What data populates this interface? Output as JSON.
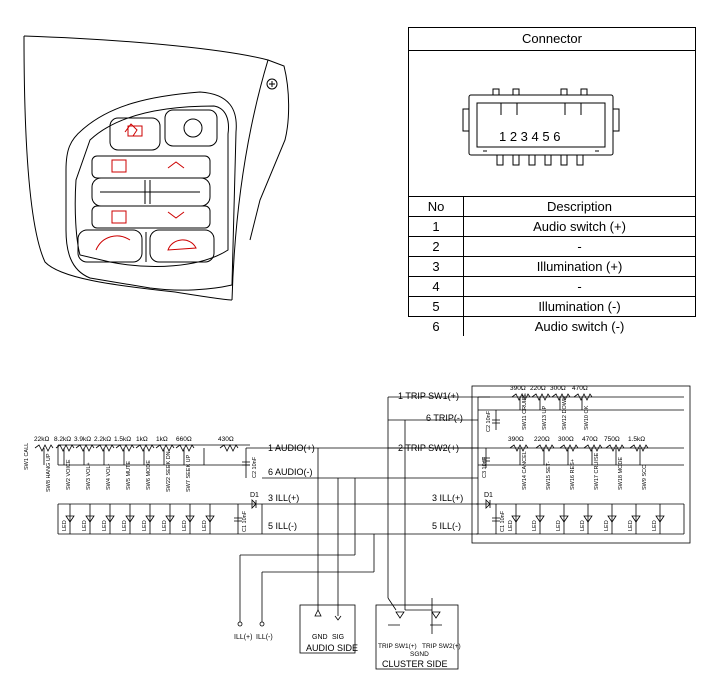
{
  "connector": {
    "title": "Connector",
    "pin_numbers": "1 2 3 4 5 6",
    "columns": {
      "no": "No",
      "description": "Description"
    },
    "rows": [
      {
        "no": "1",
        "description": "Audio switch (+)"
      },
      {
        "no": "2",
        "description": "-"
      },
      {
        "no": "3",
        "description": "Illumination (+)"
      },
      {
        "no": "4",
        "description": "-"
      },
      {
        "no": "5",
        "description": "Illumination (-)"
      },
      {
        "no": "6",
        "description": "Audio switch (-)"
      }
    ]
  },
  "circuit": {
    "left_pins": [
      "1 AUDIO(+)",
      "6 AUDIO(-)",
      "3 ILL(+)",
      "5 ILL(-)"
    ],
    "right_pins": [
      "1 TRIP SW1(+)",
      "6 TRIP(-)",
      "2 TRIP SW2(+)",
      "3 ILL(+)",
      "5 ILL(-)"
    ],
    "left_resistors": [
      "22kΩ",
      "8.2kΩ",
      "3.9kΩ",
      "2.2kΩ",
      "1.5kΩ",
      "1kΩ",
      "1kΩ",
      "660Ω",
      "430Ω"
    ],
    "left_switches": [
      "SW1 CALL",
      "SW8 HANG UP",
      "SW2 VOICE",
      "SW3 VOL+",
      "SW4 VOL-",
      "SW5 MUTE",
      "SW6 MODE",
      "SW22 SEEK DN",
      "SW7 SEEK UP"
    ],
    "right_top_resistors": [
      "390Ω",
      "220Ω",
      "300Ω",
      "470Ω"
    ],
    "right_top_switches": [
      "SW11 CRUISE",
      "SW13 UP",
      "SW12 DOWN",
      "SW10 OK"
    ],
    "right_bottom_resistors": [
      "390Ω",
      "220Ω",
      "300Ω",
      "470Ω",
      "750Ω",
      "1.5kΩ"
    ],
    "right_bottom_switches": [
      "SW14 CANCEL",
      "SW15 SET-",
      "SW16 RES+",
      "SW17 CRUISE",
      "SW18 MODE",
      "SW9 SCC"
    ],
    "capacitors": [
      "C2 10nF",
      "C1 10nF",
      "C3 10nF",
      "C1 10nF",
      "C2 10nF"
    ],
    "diodes": [
      "D1",
      "D1"
    ],
    "led_label": "LED",
    "left_externals": [
      "ILL(+)",
      "ILL(-)"
    ],
    "audio_side": {
      "pins": [
        "GND",
        "SIG"
      ],
      "label": "AUDIO SIDE"
    },
    "cluster_side": {
      "pins": [
        "TRIP SW1(+)",
        "SGND",
        "TRIP SW2(+)"
      ],
      "label": "CLUSTER SIDE"
    }
  }
}
